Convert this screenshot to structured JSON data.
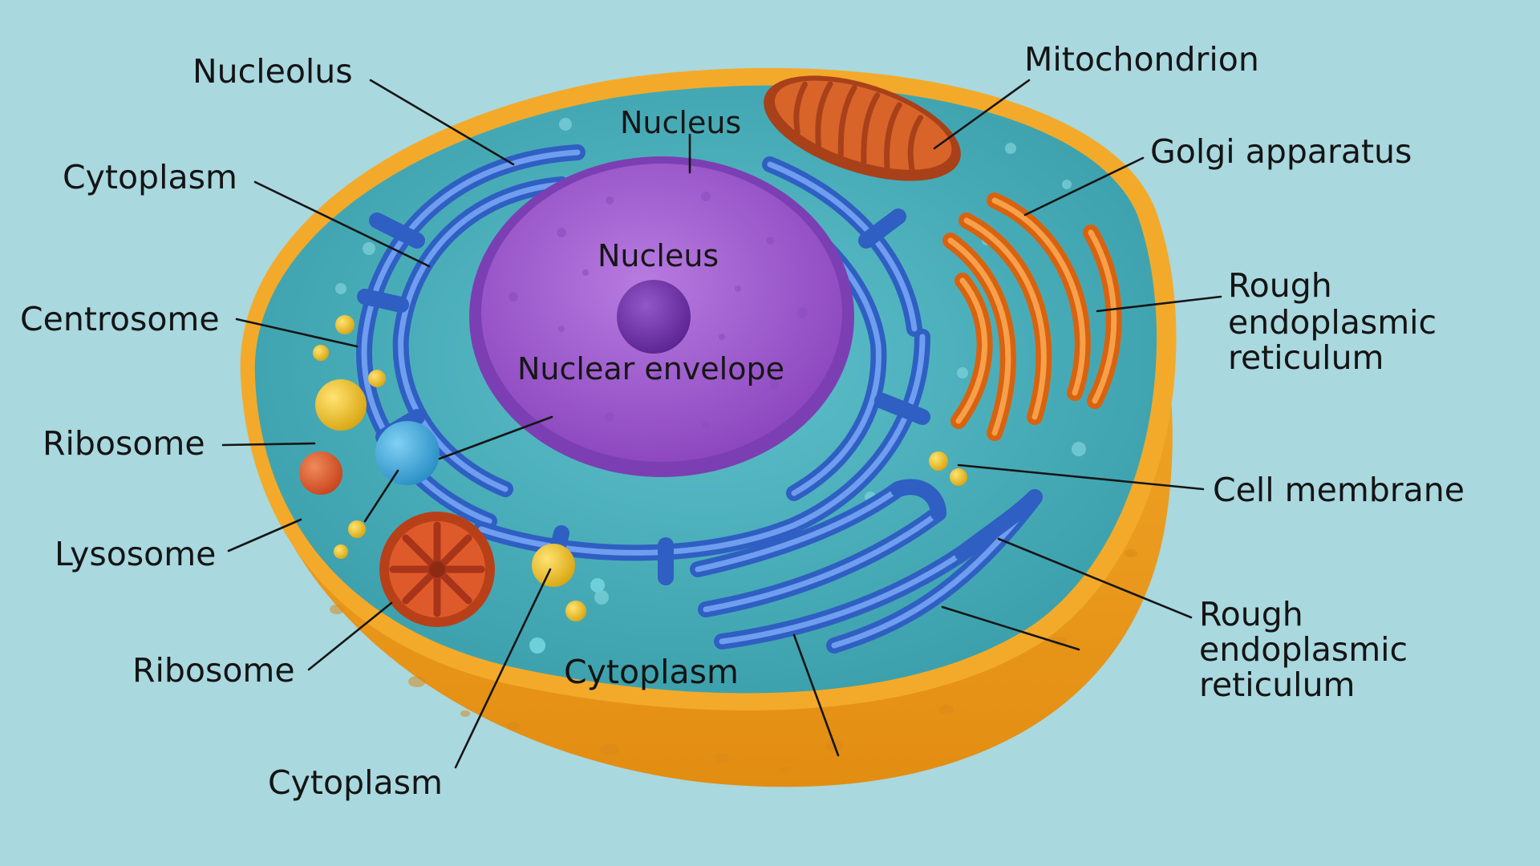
{
  "labels": {
    "nucleolus": "Nucleolus",
    "cytoplasm_top_left": "Cytoplasm",
    "centrosome": "Centrosome",
    "ribosome_left": "Ribosome",
    "lysosome": "Lysosome",
    "ribosome_bottom": "Ribosome",
    "cytoplasm_bottom_left": "Cytoplasm",
    "cytoplasm_inner": "Cytoplasm",
    "nucleus_top": "Nucleus",
    "nucleus_center": "Nucleus",
    "nuclear_envelope": "Nuclear envelope",
    "mitochondrion": "Mitochondrion",
    "golgi_apparatus": "Golgi apparatus",
    "rough_er_top": [
      "Rough",
      "endoplasmic",
      "reticulum"
    ],
    "cell_membrane": "Cell membrane",
    "rough_er_bottom": [
      "Rough",
      "endoplasmic",
      "reticulum"
    ]
  },
  "colors": {
    "background": "#a9d8df",
    "cytoplasm": "#43a9b5",
    "membrane": "#f1a524",
    "nucleus": "#9a55c9",
    "nucleolus": "#6b2fa0",
    "endoplasmic_reticulum": "#3a6fd0",
    "golgi": "#ef7d22",
    "mitochondrion": "#c4511e"
  }
}
